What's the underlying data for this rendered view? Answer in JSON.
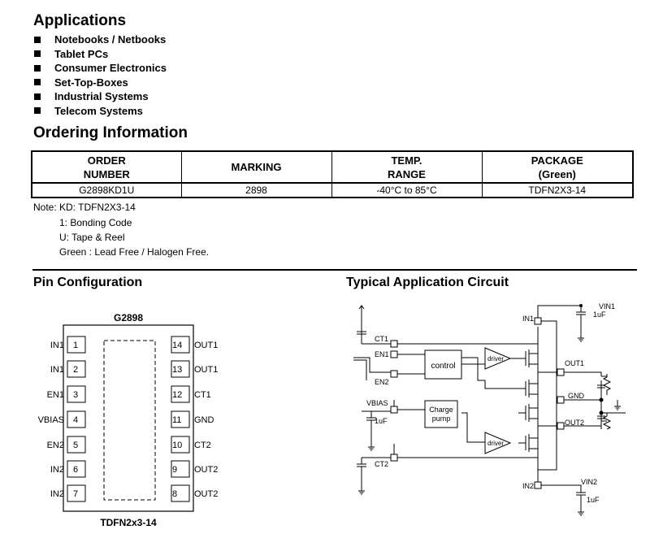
{
  "applications": {
    "title": "Applications",
    "items": [
      "Notebooks / Netbooks",
      "Tablet PCs",
      "Consumer Electronics",
      "Set-Top-Boxes",
      "Industrial Systems",
      "Telecom Systems"
    ]
  },
  "ordering": {
    "title": "Ordering Information",
    "headers": [
      [
        "ORDER",
        "NUMBER"
      ],
      [
        "MARKING"
      ],
      [
        "TEMP.",
        "RANGE"
      ],
      [
        "PACKAGE",
        "(Green)"
      ]
    ],
    "row": [
      "G2898KD1U",
      "2898",
      "-40°C to 85°C",
      "TDFN2X3-14"
    ]
  },
  "notes": {
    "line1": "Note: KD: TDFN2X3-14",
    "line2": "1: Bonding Code",
    "line3": "U: Tape & Reel",
    "line4": "Green : Lead Free / Halogen Free."
  },
  "pin_config": {
    "title": "Pin Configuration",
    "chip_name": "G2898",
    "package": "TDFN2x3-14",
    "left_pins": [
      {
        "num": "1",
        "name": "IN1"
      },
      {
        "num": "2",
        "name": "IN1"
      },
      {
        "num": "3",
        "name": "EN1"
      },
      {
        "num": "4",
        "name": "VBIAS"
      },
      {
        "num": "5",
        "name": "EN2"
      },
      {
        "num": "6",
        "name": "IN2"
      },
      {
        "num": "7",
        "name": "IN2"
      }
    ],
    "right_pins": [
      {
        "num": "14",
        "name": "OUT1"
      },
      {
        "num": "13",
        "name": "OUT1"
      },
      {
        "num": "12",
        "name": "CT1"
      },
      {
        "num": "11",
        "name": "GND"
      },
      {
        "num": "10",
        "name": "CT2"
      },
      {
        "num": "9",
        "name": "OUT2"
      },
      {
        "num": "8",
        "name": "OUT2"
      }
    ]
  },
  "app_circuit": {
    "title": "Typical Application Circuit",
    "labels": {
      "vin1": "VIN1",
      "cap1": "1uF",
      "in1": "IN1",
      "ct1": "CT1",
      "en1": "EN1",
      "en2": "EN2",
      "vbias": "VBIAS",
      "cap_vbias": "1uF",
      "ct2": "CT2",
      "in2": "IN2",
      "vin2": "VIN2",
      "cap2": "1uF",
      "out1": "OUT1",
      "gnd": "GND",
      "out2": "OUT2",
      "control": "control",
      "charge": "Charge",
      "pump": "pump",
      "driver": "driver"
    }
  }
}
